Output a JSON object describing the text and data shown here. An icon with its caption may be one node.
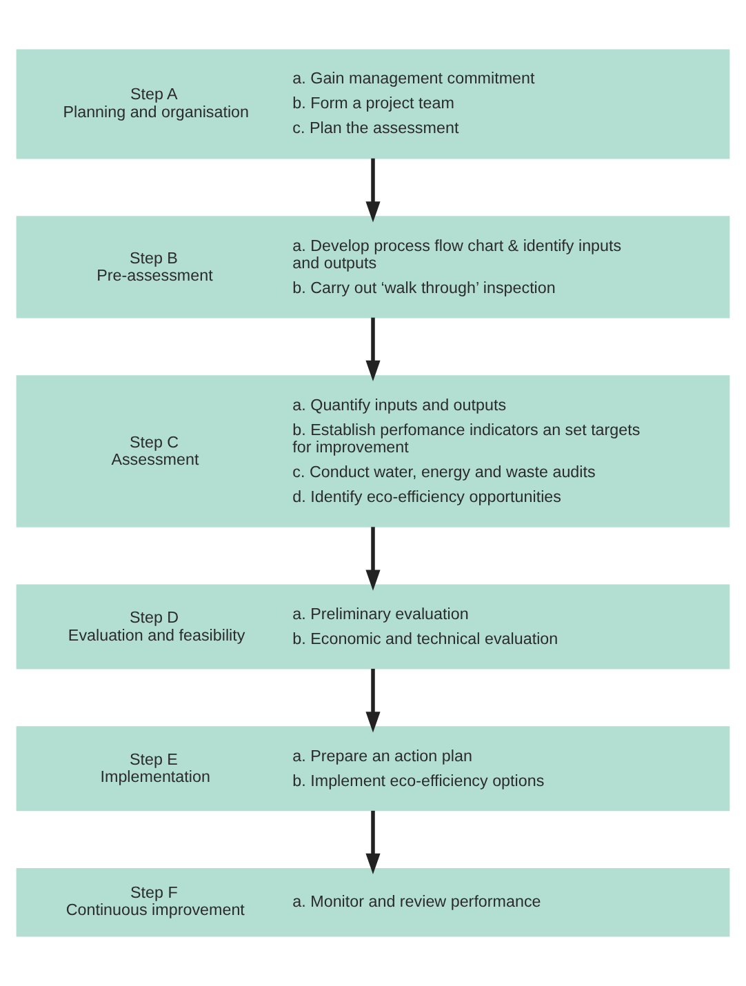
{
  "diagram": {
    "nodes": [
      {
        "text": [
          "Step A",
          "Planning and organisation",
          "a. Gain management commitment",
          "b. Form a project team",
          "c. Plan the assessment"
        ]
      },
      {
        "text": [
          "Step B",
          "Pre-assessment",
          "a. Develop process flow chart & identify inputs and outputs",
          "b. Carry out ‘walk through’ inspection"
        ]
      },
      {
        "text": [
          "Step C",
          "Assessment",
          "a. Quantify inputs and outputs",
          "b. Establish perfomance indicators an set targets for improvement",
          "c. Conduct water, energy and waste audits",
          "d. Identify eco-efficiency opportunities"
        ]
      },
      {
        "text": [
          "Step D",
          "Evaluation and feasibility",
          "a. Preliminary evaluation",
          "b. Economic and technical evaluation"
        ]
      },
      {
        "text": [
          "Step E",
          "Implementation",
          "a. Prepare an action plan",
          "b. Implement eco-efficiency options"
        ]
      },
      {
        "text": [
          "Step F",
          "Continuous improvement",
          "a. Monitor and review performance"
        ]
      }
    ],
    "edges": [
      {
        "from": 0,
        "to": 1,
        "arrow": "to"
      },
      {
        "from": 1,
        "to": 2,
        "arrow": "to"
      },
      {
        "from": 2,
        "to": 3,
        "arrow": "to"
      },
      {
        "from": 3,
        "to": 4,
        "arrow": "to"
      },
      {
        "from": 4,
        "to": 5,
        "arrow": "to"
      }
    ]
  }
}
